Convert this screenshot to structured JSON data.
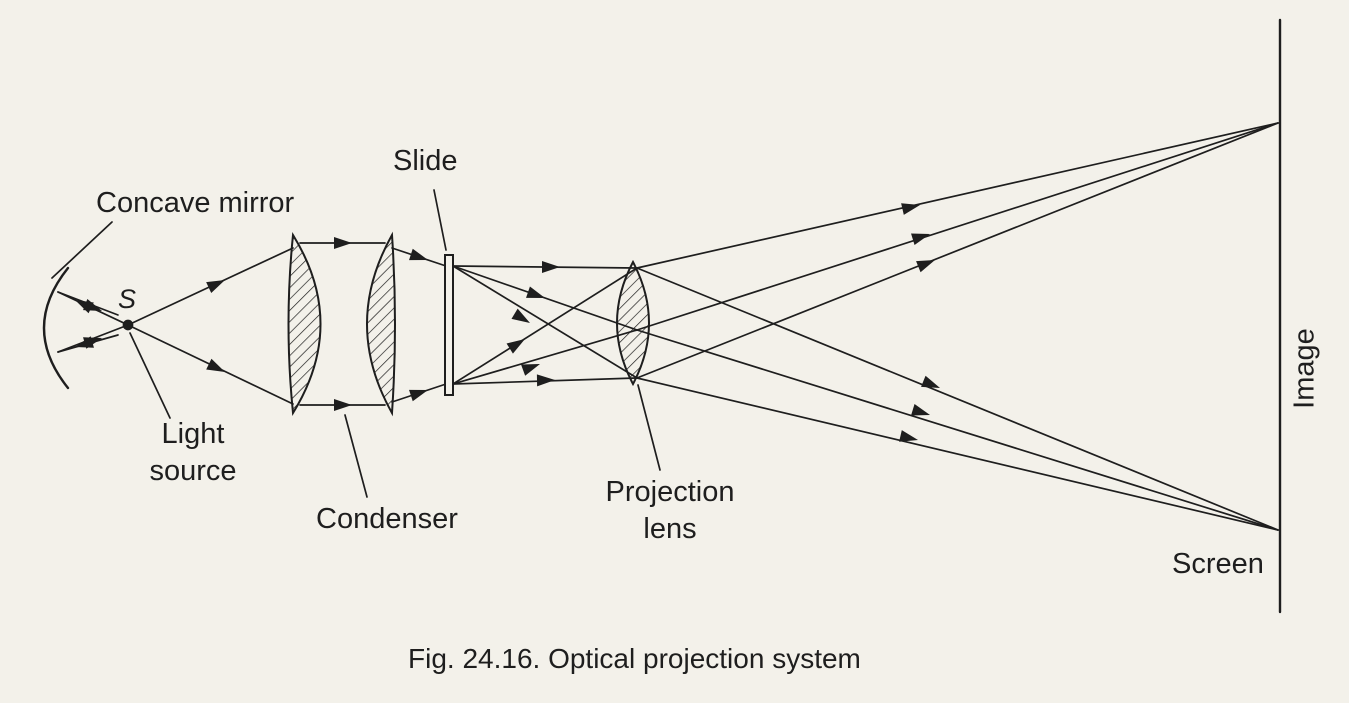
{
  "diagram": {
    "caption": "Fig. 24.16. Optical projection system",
    "labels": {
      "concave_mirror": "Concave mirror",
      "source_symbol": "S",
      "light_source_line1": "Light",
      "light_source_line2": "source",
      "slide": "Slide",
      "condenser": "Condenser",
      "projection_lens_line1": "Projection",
      "projection_lens_line2": "lens",
      "image": "Image",
      "screen": "Screen"
    },
    "colors": {
      "ink": "#1e1e1e",
      "paper": "#f3f1ea"
    }
  }
}
